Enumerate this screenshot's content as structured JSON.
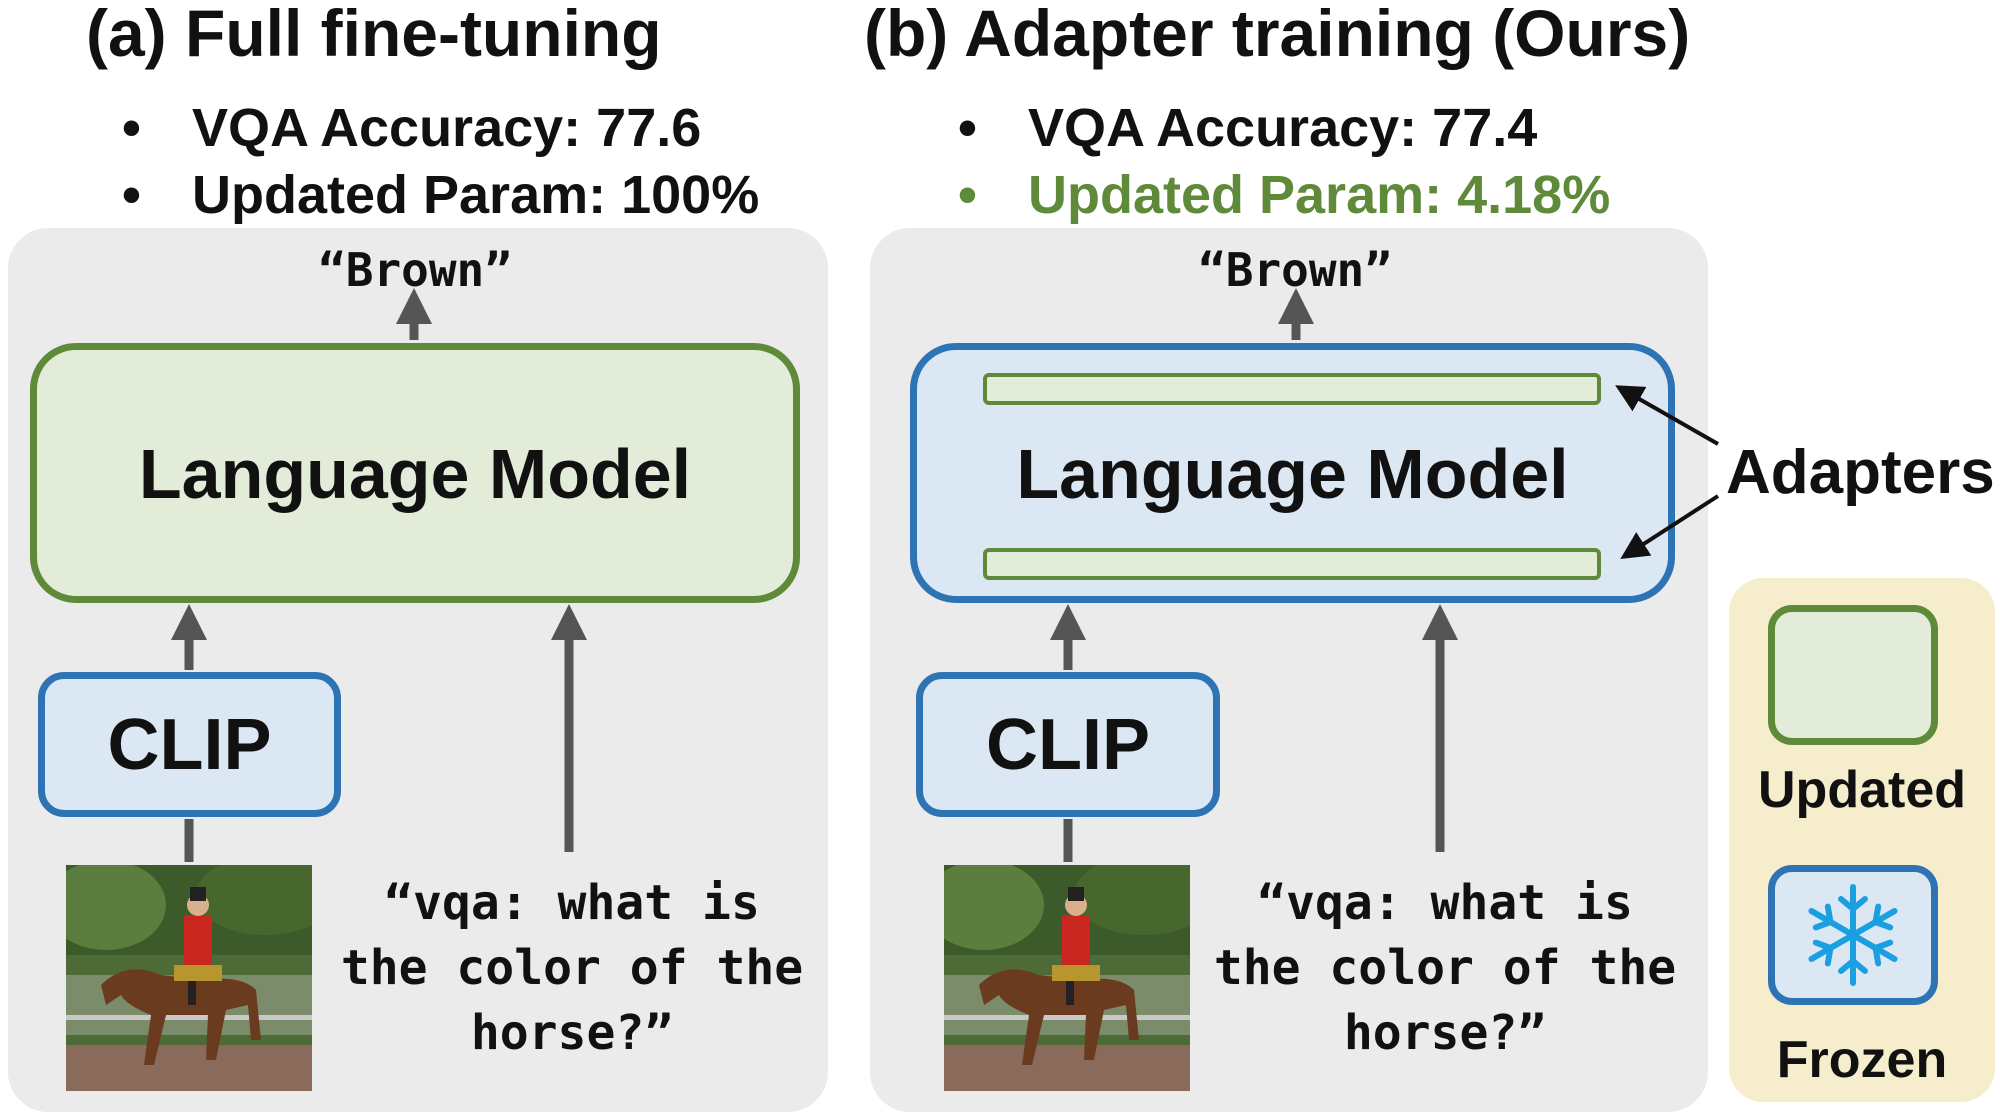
{
  "left": {
    "title": "(a) Full fine-tuning",
    "bullets": [
      {
        "marker": "•",
        "text": "VQA Accuracy: 77.6"
      },
      {
        "marker": "•",
        "text": "Updated Param: 100%"
      }
    ],
    "output": "“Brown”",
    "model_label": "Language Model",
    "encoder_label": "CLIP",
    "question": "“vqa: what is\nthe color of the\nhorse?”"
  },
  "right": {
    "title": "(b) Adapter training (Ours)",
    "bullets": [
      {
        "marker": "•",
        "text": "VQA Accuracy: 77.4"
      },
      {
        "marker": "•",
        "text": "Updated Param: 4.18%"
      }
    ],
    "output": "“Brown”",
    "model_label": "Language Model",
    "encoder_label": "CLIP",
    "question": "“vqa: what is\nthe color of the\nhorse?”",
    "adapters_label": "Adapters"
  },
  "legend": {
    "updated_label": "Updated",
    "frozen_label": "Frozen",
    "frozen_icon": "snowflake-icon"
  },
  "colors": {
    "updated_fill": "#e2ecd8",
    "updated_border": "#5e8a3a",
    "frozen_fill": "#dbe7f3",
    "frozen_border": "#2e74b5",
    "highlight_text": "#5e8a3a",
    "panel_bg": "#ebebeb",
    "legend_bg": "#f5edcb",
    "arrow": "#555555"
  }
}
